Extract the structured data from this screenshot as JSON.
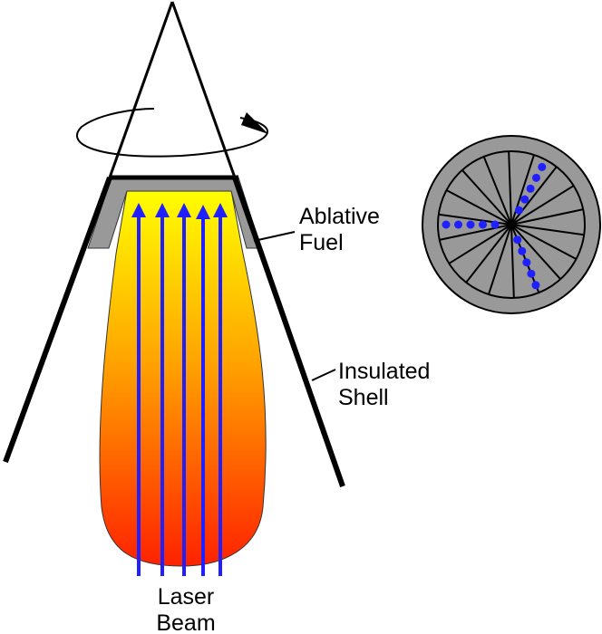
{
  "labels": {
    "ablative_1": "Ablative",
    "ablative_2": "Fuel",
    "shell_1": "Insulated",
    "shell_2": "Shell",
    "laser_1": "Laser",
    "laser_2": "Beam"
  },
  "colors": {
    "beam": "#1f1fff",
    "fuel": "#999999",
    "flame_top": "#ffff00",
    "flame_bottom": "#ff2200"
  }
}
